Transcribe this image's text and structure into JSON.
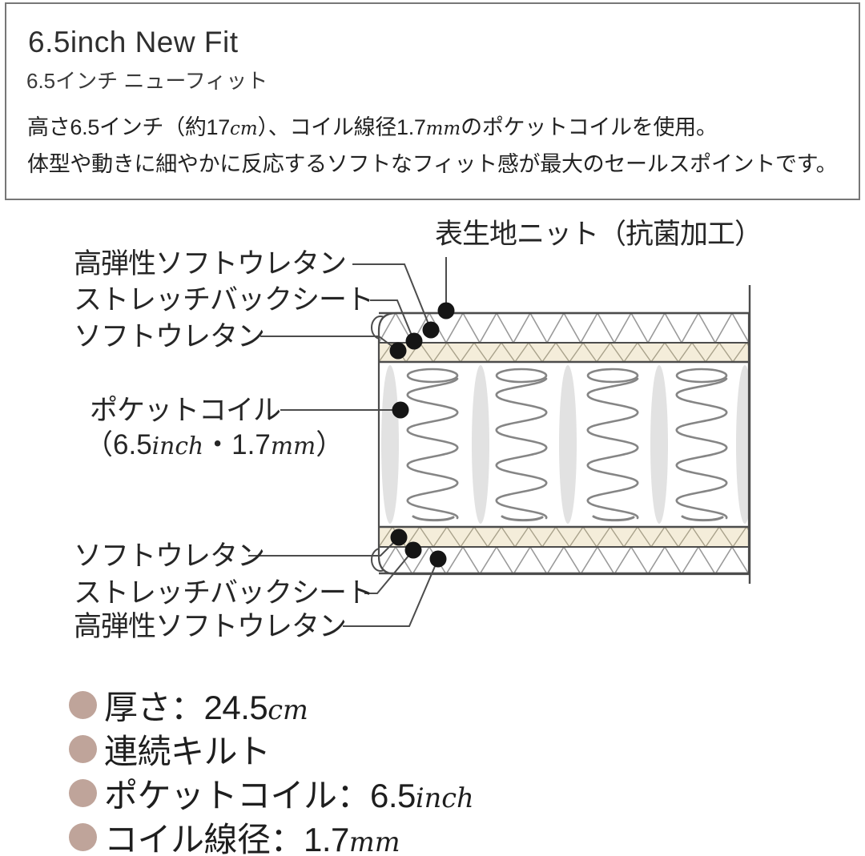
{
  "header": {
    "title": "6.5inch New Fit",
    "subtitle": "6.5インチ ニューフィット",
    "desc1": {
      "a": "高さ6.5インチ（約17",
      "u1": "cm",
      "b": "）、コイル線径1.7",
      "u2": "mm",
      "c": "のポケットコイルを使用。"
    },
    "desc2": "体型や動きに細やかに反応するソフトなフィット感が最大のセールスポイントです。"
  },
  "diagram": {
    "labels": {
      "top_fabric": "表生地ニット（抗菌加工）",
      "top_high_resilience": "高弾性ソフトウレタン",
      "top_backsheet": "ストレッチバックシート",
      "top_soft_urethane": "ソフトウレタン",
      "pocket_coil": "ポケットコイル",
      "pocket_coil_spec": {
        "a": "（6.5",
        "u1": "inch",
        "b": "・1.7",
        "u2": "mm",
        "c": "）"
      },
      "bottom_soft_urethane": "ソフトウレタン",
      "bottom_backsheet": "ストレッチバックシート",
      "bottom_high_resilience": "高弾性ソフトウレタン"
    }
  },
  "specs": [
    {
      "text": "厚さ：24.5",
      "unit": "cm"
    },
    {
      "text": "連続キルト",
      "unit": ""
    },
    {
      "text": "ポケットコイル：6.5",
      "unit": "inch"
    },
    {
      "text": "コイル線径：1.7",
      "unit": "mm"
    }
  ],
  "colors": {
    "bullet": "#bfa49a",
    "cream": "#f4edda",
    "line": "#4c4c4c",
    "hatch": "#9a9a9a",
    "spring": "#858585",
    "pill": "#e2e2e2",
    "text": "#2b2b2b"
  }
}
